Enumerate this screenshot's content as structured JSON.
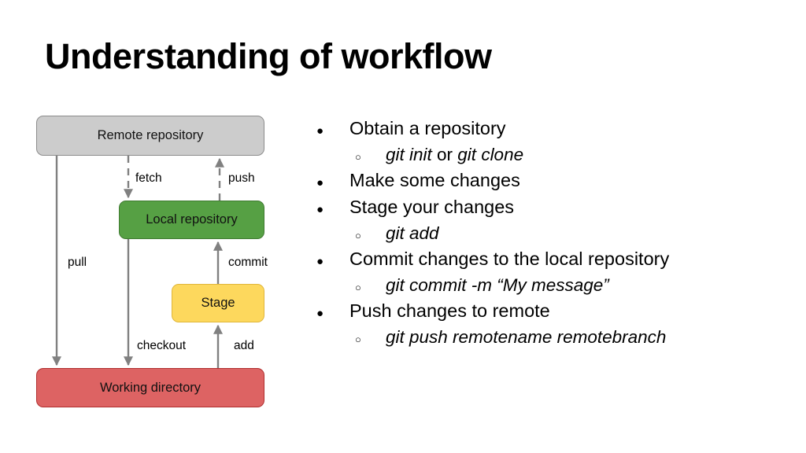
{
  "slide": {
    "title": "Understanding of workflow",
    "background": "#ffffff"
  },
  "diagram": {
    "type": "git-workflow",
    "nodes": [
      {
        "id": "remote",
        "label": "Remote repository",
        "fill": "#cccccc",
        "stroke": "#8c8c8c"
      },
      {
        "id": "local",
        "label": "Local repository",
        "fill": "#56a044",
        "stroke": "#3f7a31"
      },
      {
        "id": "stage",
        "label": "Stage",
        "fill": "#fdd85d",
        "stroke": "#e0b63a"
      },
      {
        "id": "working",
        "label": "Working directory",
        "fill": "#dd6363",
        "stroke": "#b02f2f"
      }
    ],
    "edges": [
      {
        "id": "fetch",
        "label": "fetch",
        "from": "remote",
        "to": "local",
        "style": "dashed",
        "direction": "down"
      },
      {
        "id": "push",
        "label": "push",
        "from": "local",
        "to": "remote",
        "style": "dashed",
        "direction": "up"
      },
      {
        "id": "pull",
        "label": "pull",
        "from": "remote",
        "to": "working",
        "style": "solid",
        "direction": "down"
      },
      {
        "id": "commit",
        "label": "commit",
        "from": "stage",
        "to": "local",
        "style": "solid",
        "direction": "up"
      },
      {
        "id": "checkout",
        "label": "checkout",
        "from": "local",
        "to": "working",
        "style": "solid",
        "direction": "down"
      },
      {
        "id": "add",
        "label": "add",
        "from": "working",
        "to": "stage",
        "style": "solid",
        "direction": "up"
      }
    ],
    "line_color": "#808080"
  },
  "bullets": {
    "marker_level_1": "●",
    "marker_level_2": "○",
    "items": [
      {
        "level": 1,
        "text": "Obtain a repository"
      },
      {
        "level": 2,
        "text": "git init or git clone",
        "upright_parts": [
          "or"
        ]
      },
      {
        "level": 1,
        "text": "Make some changes"
      },
      {
        "level": 1,
        "text": "Stage your changes"
      },
      {
        "level": 2,
        "text": "git add"
      },
      {
        "level": 1,
        "text": "Commit changes to the local repository"
      },
      {
        "level": 2,
        "text": "git commit -m “My message”"
      },
      {
        "level": 1,
        "text": "Push changes to remote"
      },
      {
        "level": 2,
        "text": "git push remotename remotebranch"
      }
    ]
  }
}
